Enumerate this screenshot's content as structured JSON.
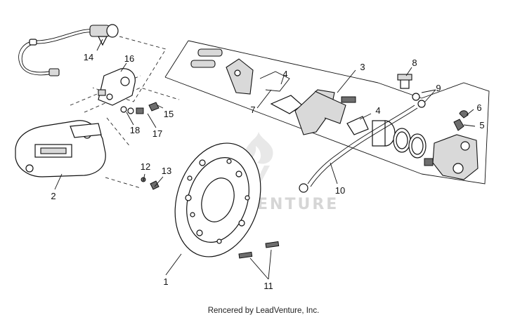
{
  "callouts": [
    {
      "id": "1",
      "label": "1"
    },
    {
      "id": "2",
      "label": "2"
    },
    {
      "id": "3",
      "label": "3"
    },
    {
      "id": "4a",
      "label": "4"
    },
    {
      "id": "4b",
      "label": "4"
    },
    {
      "id": "5",
      "label": "5"
    },
    {
      "id": "6",
      "label": "6"
    },
    {
      "id": "7",
      "label": "7"
    },
    {
      "id": "8",
      "label": "8"
    },
    {
      "id": "9",
      "label": "9"
    },
    {
      "id": "10",
      "label": "10"
    },
    {
      "id": "11",
      "label": "11"
    },
    {
      "id": "12",
      "label": "12"
    },
    {
      "id": "13",
      "label": "13"
    },
    {
      "id": "14",
      "label": "14"
    },
    {
      "id": "15",
      "label": "15"
    },
    {
      "id": "16",
      "label": "16"
    },
    {
      "id": "17",
      "label": "17"
    },
    {
      "id": "18",
      "label": "18"
    }
  ],
  "watermark": "LEADVENTURE",
  "footer": "Rencered by LeadVenture, Inc."
}
